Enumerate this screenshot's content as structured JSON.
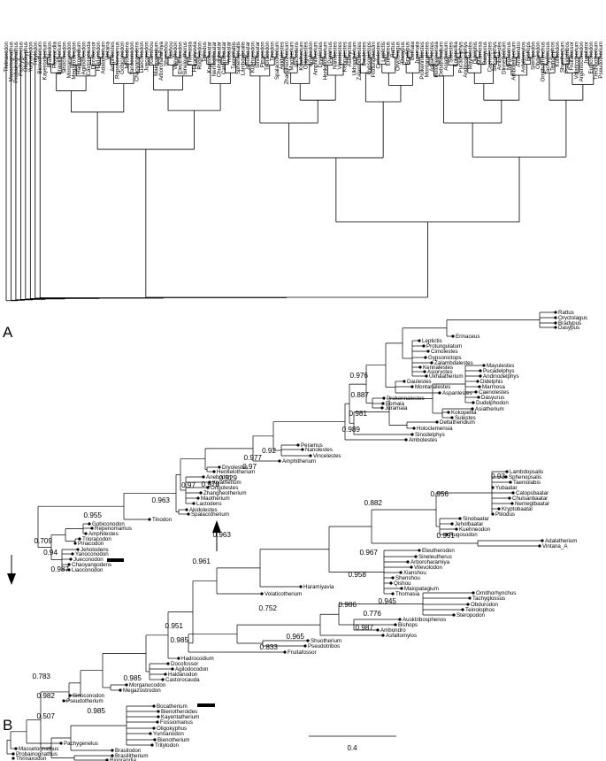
{
  "panels": [
    {
      "letter": "A"
    },
    {
      "letter": "B"
    }
  ],
  "panel_a": {
    "taxa": [
      "Thrinaxodon",
      "Massetognathus",
      "Probainognathus",
      "Pachygenelus",
      "Oligokyphus",
      "Yunnanodon",
      "Tritylodon",
      "Bienotherium",
      "Kayentatherium",
      "Brasilodon",
      "Riograndia",
      "Brasilitherium",
      "Sinoconodon",
      "Morganucodon",
      "Megazostrodon",
      "Hadrocodium",
      "Agilodocodon",
      "Castorocauda",
      "Docofossor",
      "Haldanodon",
      "Adalatherium",
      "Vintana",
      "Amphilestes",
      "Repenomamus",
      "Gobiconodon",
      "Jeholodens",
      "Yanoconodon",
      "Chaoyangodens",
      "Liaoconodon",
      "Jueconodon",
      "Xianshou",
      "Maiopatagium",
      "Arboroharamiya",
      "Shenshou",
      "Qishou",
      "Vilevolodon",
      "Eleutherodon",
      "Sineleutherus",
      "Thomasia",
      "Haramiyavia",
      "Rugosodon",
      "Ptilodus",
      "Kryptobaatar",
      "Nemegtbaatar",
      "Chulsanbaatar",
      "Catopsbaatar",
      "Yubaatar",
      "Taeniolabis",
      "Sphenopsalis",
      "Lambdopsalis",
      "Jeholbaatar",
      "Kuehneodon",
      "Sinobaatar",
      "Pinacodon",
      "Trioracodon",
      "Tinodon",
      "Spalacotherium",
      "Akidolestes",
      "Zhangheotherium",
      "Maotherium",
      "Lactodens",
      "Kiyatherium",
      "Origolestes",
      "Anebodon",
      "Amphitherium",
      "Dryolestes",
      "Henkelotherium",
      "Peramus",
      "Nanolestes",
      "Vincelestes",
      "Kennalestes",
      "Asioryctes",
      "Ukhaatherium",
      "Zalambdalestes",
      "Daulestes",
      "Gypsonictops",
      "Protungulatum",
      "Cimolestes",
      "Leptictis",
      "Erinaceus",
      "Rattus",
      "Oryctolagus",
      "Dasypus",
      "Bradypus",
      "Eomaia",
      "Juramaia",
      "Prokennalestes",
      "Montanalestes",
      "Aspanlestes",
      "Holoclemensia",
      "Deltatheridium",
      "Asiatherium",
      "Sulestes",
      "Kokopellia",
      "Pucadelphys",
      "Andinodelphys",
      "Mayulestes",
      "Didelphis",
      "Marmosa",
      "Dasyurus",
      "Caenolestes",
      "Sinodelphys",
      "Ambolestes",
      "Dinnetherium",
      "Megaconus",
      "Amboreitherium",
      "Ambondro",
      "Asfaltomylos",
      "Bishops",
      "Steropodon",
      "Obdurodon",
      "Ornithorhynchus",
      "Tachyglossus",
      "Teinolophos",
      "Kollikodon",
      "Shuotherium",
      "Pseudotribos",
      "Fruitafossor",
      "Volaticotherium",
      "Argentoconodon",
      "Jugulator",
      "Eutriconodon",
      "Trechnotherium",
      "Pseudotherium"
    ]
  },
  "panel_b": {
    "nodes": [
      {
        "label": "Rattus"
      },
      {
        "label": "Oryctolagus"
      },
      {
        "label": "Bradypus"
      },
      {
        "label": "Dasypus"
      },
      {
        "label": "Erinaceus"
      },
      {
        "label": "Leptictis"
      },
      {
        "label": "Protungulatum"
      },
      {
        "label": "Cimolestes"
      },
      {
        "label": "Gypsonictops"
      },
      {
        "label": "Zalambdalestes"
      },
      {
        "label": "Kennalestes"
      },
      {
        "label": "Asioryctes"
      },
      {
        "label": "Ukhaatherium"
      },
      {
        "label": "Daulestes"
      },
      {
        "label": "Montanalestes"
      },
      {
        "label": "Aspanlestes"
      },
      {
        "label": "Prokennalestes"
      },
      {
        "label": "Eomaia"
      },
      {
        "label": "Juramaia"
      },
      {
        "label": "Mayulestes"
      },
      {
        "label": "Pucadelphys"
      },
      {
        "label": "Andinodelphys"
      },
      {
        "label": "Didelphis"
      },
      {
        "label": "Marmosa"
      },
      {
        "label": "Caenolestes"
      },
      {
        "label": "Dasyurus"
      },
      {
        "label": "Dudelphodon"
      },
      {
        "label": "Asiatherium"
      },
      {
        "label": "Kokopellia"
      },
      {
        "label": "Sulestes"
      },
      {
        "label": "Deltatheridium"
      },
      {
        "label": "Holoclemensia"
      },
      {
        "label": "Sinodelphys"
      },
      {
        "label": "Ambolestes"
      },
      {
        "label": "Peramus"
      },
      {
        "label": "Nanolestes"
      },
      {
        "label": "Vincelestes"
      },
      {
        "label": "Amphitherium"
      },
      {
        "label": "Dryolestes"
      },
      {
        "label": "Henkelotherium"
      },
      {
        "label": "Anebodon"
      },
      {
        "label": "Kiyatherium"
      },
      {
        "label": "Origolestes"
      },
      {
        "label": "Zhangheotherium"
      },
      {
        "label": "Maotherium"
      },
      {
        "label": "Lactodens"
      },
      {
        "label": "Akidolestes"
      },
      {
        "label": "Spalacotherium"
      },
      {
        "label": "Tinodon"
      },
      {
        "label": "Gobiconodon"
      },
      {
        "label": "Repenomamus"
      },
      {
        "label": "Amphilestes"
      },
      {
        "label": "Trioracodon"
      },
      {
        "label": "Pinacodon"
      },
      {
        "label": "Jeholodens"
      },
      {
        "label": "Yanoconodon"
      },
      {
        "label": "Jueconodon"
      },
      {
        "label": "Chaoyangodens"
      },
      {
        "label": "Liaoconodon"
      },
      {
        "label": "Lambdopsalis"
      },
      {
        "label": "Sphenopsalis"
      },
      {
        "label": "Taeniolabis"
      },
      {
        "label": "Yubaatar"
      },
      {
        "label": "Catopsbaatar"
      },
      {
        "label": "Chulsanbaatar"
      },
      {
        "label": "Nemegtbaatar"
      },
      {
        "label": "Kryptobaatar"
      },
      {
        "label": "Ptilodus"
      },
      {
        "label": "Sinobaatar"
      },
      {
        "label": "Jeholbaatar"
      },
      {
        "label": "Kuehneodon"
      },
      {
        "label": "Rugosodon"
      },
      {
        "label": "Adalatherium"
      },
      {
        "label": "Vintana_A"
      },
      {
        "label": "Eleutherodon"
      },
      {
        "label": "Sineleutherus"
      },
      {
        "label": "Arboroharamiya"
      },
      {
        "label": "Vilevolodon"
      },
      {
        "label": "Xianshou"
      },
      {
        "label": "Shenshou"
      },
      {
        "label": "Qishou"
      },
      {
        "label": "Maiopatagium"
      },
      {
        "label": "Thomasia"
      },
      {
        "label": "Haramiyavia"
      },
      {
        "label": "Volaticotherium"
      },
      {
        "label": "Ornithorhynchus"
      },
      {
        "label": "Tachyglossus"
      },
      {
        "label": "Obdurodon"
      },
      {
        "label": "Teinolophos"
      },
      {
        "label": "Steropodon"
      },
      {
        "label": "Ausktribosphenos"
      },
      {
        "label": "Bishops"
      },
      {
        "label": "Ambondro"
      },
      {
        "label": "Asfaltomylos"
      },
      {
        "label": "Shuotherium"
      },
      {
        "label": "Pseudotribos"
      },
      {
        "label": "Fruitafossor"
      },
      {
        "label": "Hadrocodium"
      },
      {
        "label": "Docofossor"
      },
      {
        "label": "Agilodocodon"
      },
      {
        "label": "Haldanodon"
      },
      {
        "label": "Castorocauda"
      },
      {
        "label": "Morganucodon"
      },
      {
        "label": "Megazostrodon"
      },
      {
        "label": "Sinoconodon"
      },
      {
        "label": "Pseudotherium"
      },
      {
        "label": "Bocatherium"
      },
      {
        "label": "Bienotheroides"
      },
      {
        "label": "Kayentatherium"
      },
      {
        "label": "Fossiomanus"
      },
      {
        "label": "Oligokyphus"
      },
      {
        "label": "Yunnanodon"
      },
      {
        "label": "Bienotherium"
      },
      {
        "label": "Tritylodon"
      },
      {
        "label": "Brasilodon"
      },
      {
        "label": "Brasilitherium"
      },
      {
        "label": "Riograndia"
      },
      {
        "label": "Pachygenelus"
      },
      {
        "label": "Massetognathus"
      },
      {
        "label": "Probainognathus"
      },
      {
        "label": "Thrinaxodon"
      }
    ],
    "support": [
      "0.976",
      "0.887",
      "0.981",
      "0.989",
      "0.92",
      "0.977",
      "0.97",
      "0.529",
      "0.978",
      "0.97",
      "0.963",
      "0.955",
      "0.709",
      "0.94",
      "0.987",
      "0.93",
      "0.956",
      "0.882",
      "0.991",
      "0.967",
      "0.958",
      "0.986",
      "0.752",
      "0.963",
      "0.961",
      "0.776",
      "0.945",
      "0.987",
      "0.965",
      "0.833",
      "0.951",
      "0.985",
      "0.985",
      "0.985",
      "0.783",
      "0.982",
      "0.507"
    ],
    "scale_label": "0.4"
  }
}
